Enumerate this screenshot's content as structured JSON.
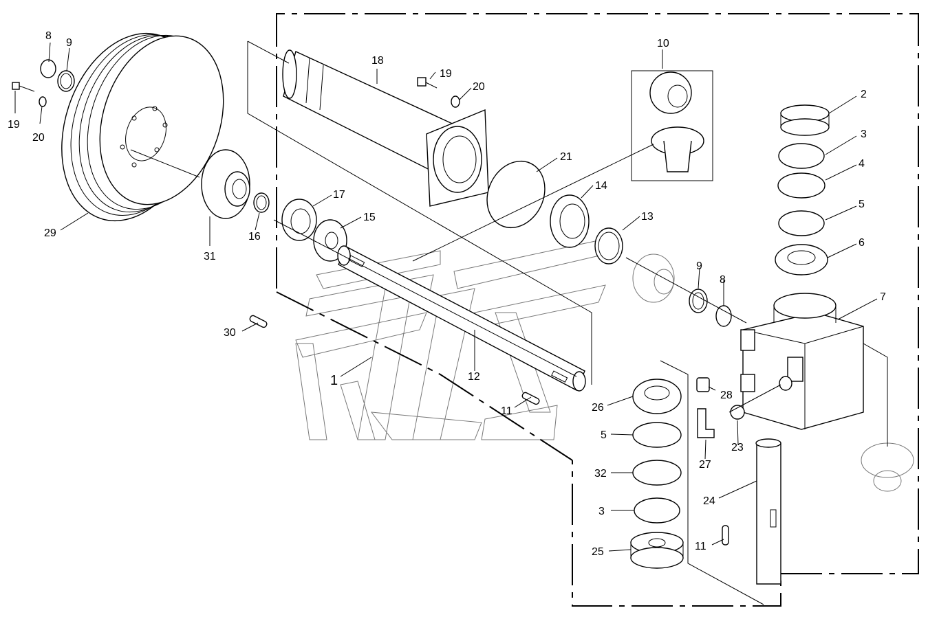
{
  "diagram": {
    "callouts": [
      {
        "id": "c8a",
        "label": "8"
      },
      {
        "id": "c9a",
        "label": "9"
      },
      {
        "id": "c19a",
        "label": "19"
      },
      {
        "id": "c20a",
        "label": "20"
      },
      {
        "id": "c29",
        "label": "29"
      },
      {
        "id": "c31",
        "label": "31"
      },
      {
        "id": "c16",
        "label": "16"
      },
      {
        "id": "c17",
        "label": "17"
      },
      {
        "id": "c15",
        "label": "15"
      },
      {
        "id": "c18",
        "label": "18"
      },
      {
        "id": "c19b",
        "label": "19"
      },
      {
        "id": "c20b",
        "label": "20"
      },
      {
        "id": "c21",
        "label": "21"
      },
      {
        "id": "c14",
        "label": "14"
      },
      {
        "id": "c13",
        "label": "13"
      },
      {
        "id": "c10",
        "label": "10"
      },
      {
        "id": "c2",
        "label": "2"
      },
      {
        "id": "c3a",
        "label": "3"
      },
      {
        "id": "c4",
        "label": "4"
      },
      {
        "id": "c5a",
        "label": "5"
      },
      {
        "id": "c6",
        "label": "6"
      },
      {
        "id": "c7",
        "label": "7"
      },
      {
        "id": "c9b",
        "label": "9"
      },
      {
        "id": "c8b",
        "label": "8"
      },
      {
        "id": "c30",
        "label": "30"
      },
      {
        "id": "c1",
        "label": "1"
      },
      {
        "id": "c12",
        "label": "12"
      },
      {
        "id": "c11a",
        "label": "11"
      },
      {
        "id": "c26",
        "label": "26"
      },
      {
        "id": "c28",
        "label": "28"
      },
      {
        "id": "c5b",
        "label": "5"
      },
      {
        "id": "c23",
        "label": "23"
      },
      {
        "id": "c27",
        "label": "27"
      },
      {
        "id": "c32",
        "label": "32"
      },
      {
        "id": "c24",
        "label": "24"
      },
      {
        "id": "c3b",
        "label": "3"
      },
      {
        "id": "c11b",
        "label": "11"
      },
      {
        "id": "c25",
        "label": "25"
      }
    ]
  }
}
